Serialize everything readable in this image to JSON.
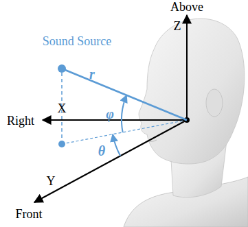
{
  "diagram": {
    "labels": [
      "Above",
      "Z",
      "Sound Source",
      "r",
      "φ",
      "X",
      "Right",
      "θ",
      "Y",
      "Front"
    ]
  }
}
